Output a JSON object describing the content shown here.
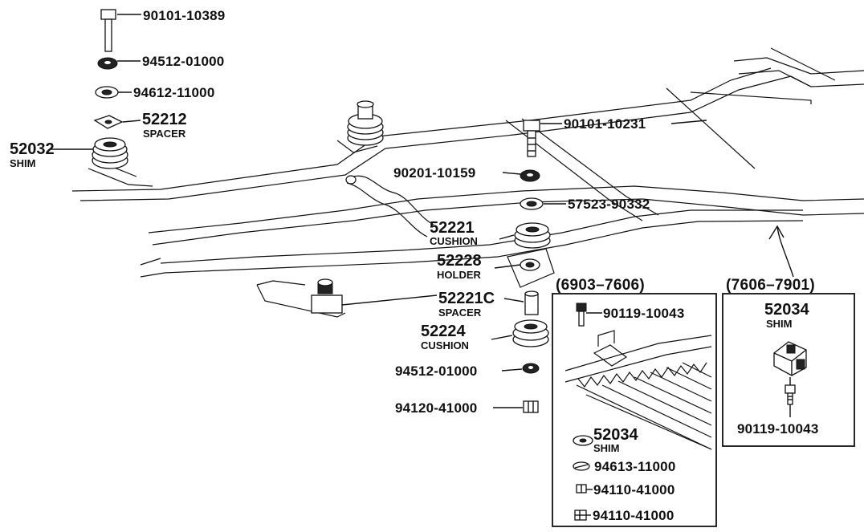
{
  "left_stack": {
    "bolt": "90101-10389",
    "lock_washer": "94512-01000",
    "washer": "94612-11000",
    "spacer_num": "52212",
    "spacer_name": "SPACER",
    "shim_num": "52032",
    "shim_name": "SHIM"
  },
  "center_stack": {
    "bolt": "90101-10231",
    "nut_upper": "90201-10159",
    "washer": "57523-90332",
    "cushion_upper_num": "52221",
    "cushion_upper_name": "CUSHION",
    "holder_num": "52228",
    "holder_name": "HOLDER",
    "spacer_num": "52221C",
    "spacer_name": "SPACER",
    "cushion_lower_num": "52224",
    "cushion_lower_name": "CUSHION",
    "lock_washer": "94512-01000",
    "nut": "94120-41000"
  },
  "box_left": {
    "header": "(6903–7606)",
    "bolt": "90119-10043",
    "shim_num": "52034",
    "shim_name": "SHIM",
    "washer": "94613-11000",
    "nut_a": "94110-41000",
    "nut_b": "94110-41000"
  },
  "box_right": {
    "header": "(7606–7901)",
    "shim_num": "52034",
    "shim_name": "SHIM",
    "bolt": "90119-10043"
  }
}
